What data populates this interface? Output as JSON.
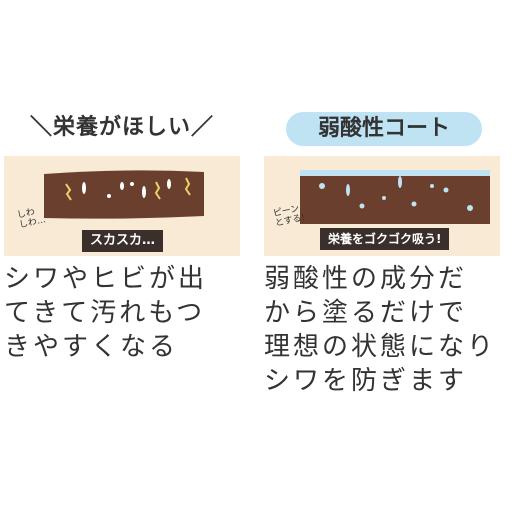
{
  "left": {
    "heading": "＼栄養がほしい／",
    "side_note": "しわ\nしわ…",
    "caption": "スカスカ…",
    "body_lines": [
      "シワやヒビが出",
      "てきて汚れもつ",
      "きやすくなる"
    ]
  },
  "right": {
    "heading": "弱酸性コート",
    "side_note": "ピーン\nとする!",
    "caption": "栄養をゴクゴク吸う!",
    "body_lines": [
      "弱酸性の成分だ",
      "から塗るだけで",
      "理想の状態になり",
      "シワを防ぎます"
    ]
  },
  "colors": {
    "panel_bg": "#f8ead5",
    "leather": "#6b3f2e",
    "coat": "#bfe3f3",
    "caption_bg": "#3b2f2b"
  }
}
